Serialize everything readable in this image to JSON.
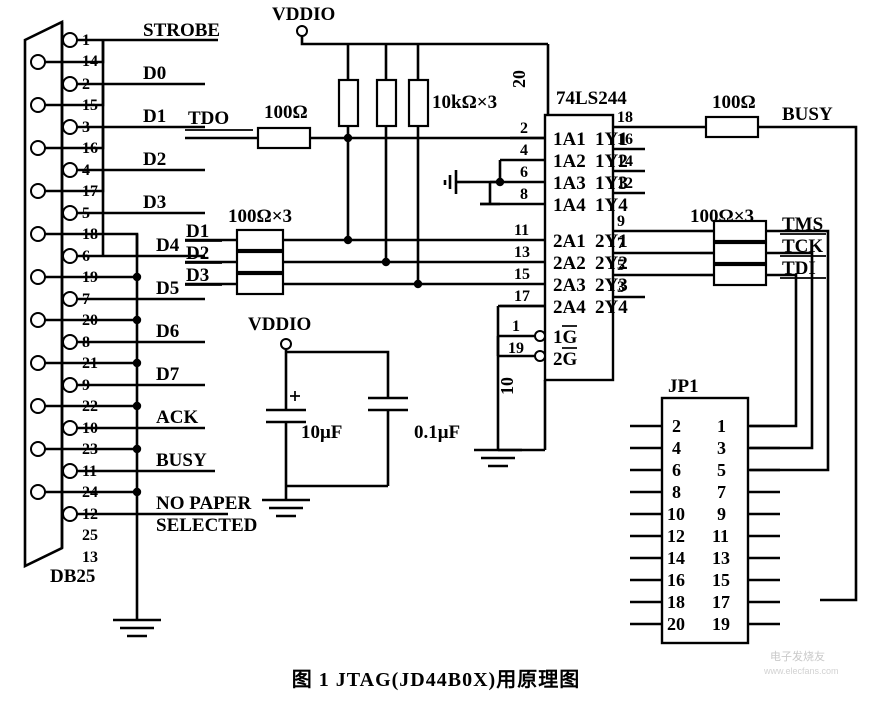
{
  "figure": {
    "caption": "图 1  JTAG(JD44B0X)用原理图",
    "watermark_cn": "电子发烧友",
    "watermark_url": "www.elecfans.com"
  },
  "connector_db25": {
    "name": "DB25",
    "signals": [
      {
        "pin": "1",
        "pin2": "14",
        "label": "STROBE"
      },
      {
        "pin": "2",
        "pin2": "15",
        "label": "D0"
      },
      {
        "pin": "3",
        "pin2": "16",
        "label": "D1"
      },
      {
        "pin": "4",
        "pin2": "17",
        "label": "D2"
      },
      {
        "pin": "5",
        "pin2": "18",
        "label": "D3"
      },
      {
        "pin": "6",
        "pin2": "19",
        "label": "D4"
      },
      {
        "pin": "7",
        "pin2": "20",
        "label": "D5"
      },
      {
        "pin": "8",
        "pin2": "21",
        "label": "D6"
      },
      {
        "pin": "9",
        "pin2": "22",
        "label": "D7"
      },
      {
        "pin": "10",
        "pin2": "23",
        "label": "ACK"
      },
      {
        "pin": "11",
        "pin2": "24",
        "label": "BUSY"
      },
      {
        "pin": "12",
        "pin2": "25",
        "label": "NO PAPER"
      },
      {
        "pin": "13",
        "pin2": "",
        "label": "SELECTED"
      }
    ]
  },
  "power": {
    "vddio_top": "VDDIO",
    "vddio_cap": "VDDIO",
    "pullup_value": "10kΩ×3",
    "cap_electrolytic": "10μF",
    "cap_electrolytic_polarity": "+",
    "cap_ceramic": "0.1μF"
  },
  "resistors": {
    "tdo_series": "100Ω",
    "data_series": "100Ω×3",
    "busy_series": "100Ω",
    "jtag_series": "100Ω×3"
  },
  "ic": {
    "part": "74LS244",
    "vcc_pin": "20",
    "gnd_pin": "10",
    "inputs_left": [
      {
        "pin": "2",
        "name": "1A1"
      },
      {
        "pin": "4",
        "name": "1A2"
      },
      {
        "pin": "6",
        "name": "1A3"
      },
      {
        "pin": "8",
        "name": "1A4"
      },
      {
        "pin": "11",
        "name": "2A1"
      },
      {
        "pin": "13",
        "name": "2A2"
      },
      {
        "pin": "15",
        "name": "2A3"
      },
      {
        "pin": "17",
        "name": "2A4"
      }
    ],
    "outputs_right": [
      {
        "pin": "18",
        "name": "1Y1"
      },
      {
        "pin": "16",
        "name": "1Y2"
      },
      {
        "pin": "14",
        "name": "1Y3"
      },
      {
        "pin": "12",
        "name": "1Y4"
      },
      {
        "pin": "9",
        "name": "2Y1"
      },
      {
        "pin": "7",
        "name": "2Y2"
      },
      {
        "pin": "5",
        "name": "2Y3"
      },
      {
        "pin": "3",
        "name": "2Y4"
      }
    ],
    "enables": [
      {
        "pin": "1",
        "name": "1G"
      },
      {
        "pin": "19",
        "name": "2G"
      }
    ]
  },
  "signals": {
    "tdo": "TDO",
    "busy_out": "BUSY",
    "data_in": [
      "D1",
      "D2",
      "D3"
    ],
    "jtag_out": [
      "TMS",
      "TCK",
      "TDI"
    ]
  },
  "header_jp1": {
    "name": "JP1",
    "left_pins": [
      "2",
      "4",
      "6",
      "8",
      "10",
      "12",
      "14",
      "16",
      "18",
      "20"
    ],
    "right_pins": [
      "1",
      "3",
      "5",
      "7",
      "9",
      "11",
      "13",
      "15",
      "17",
      "19"
    ]
  }
}
